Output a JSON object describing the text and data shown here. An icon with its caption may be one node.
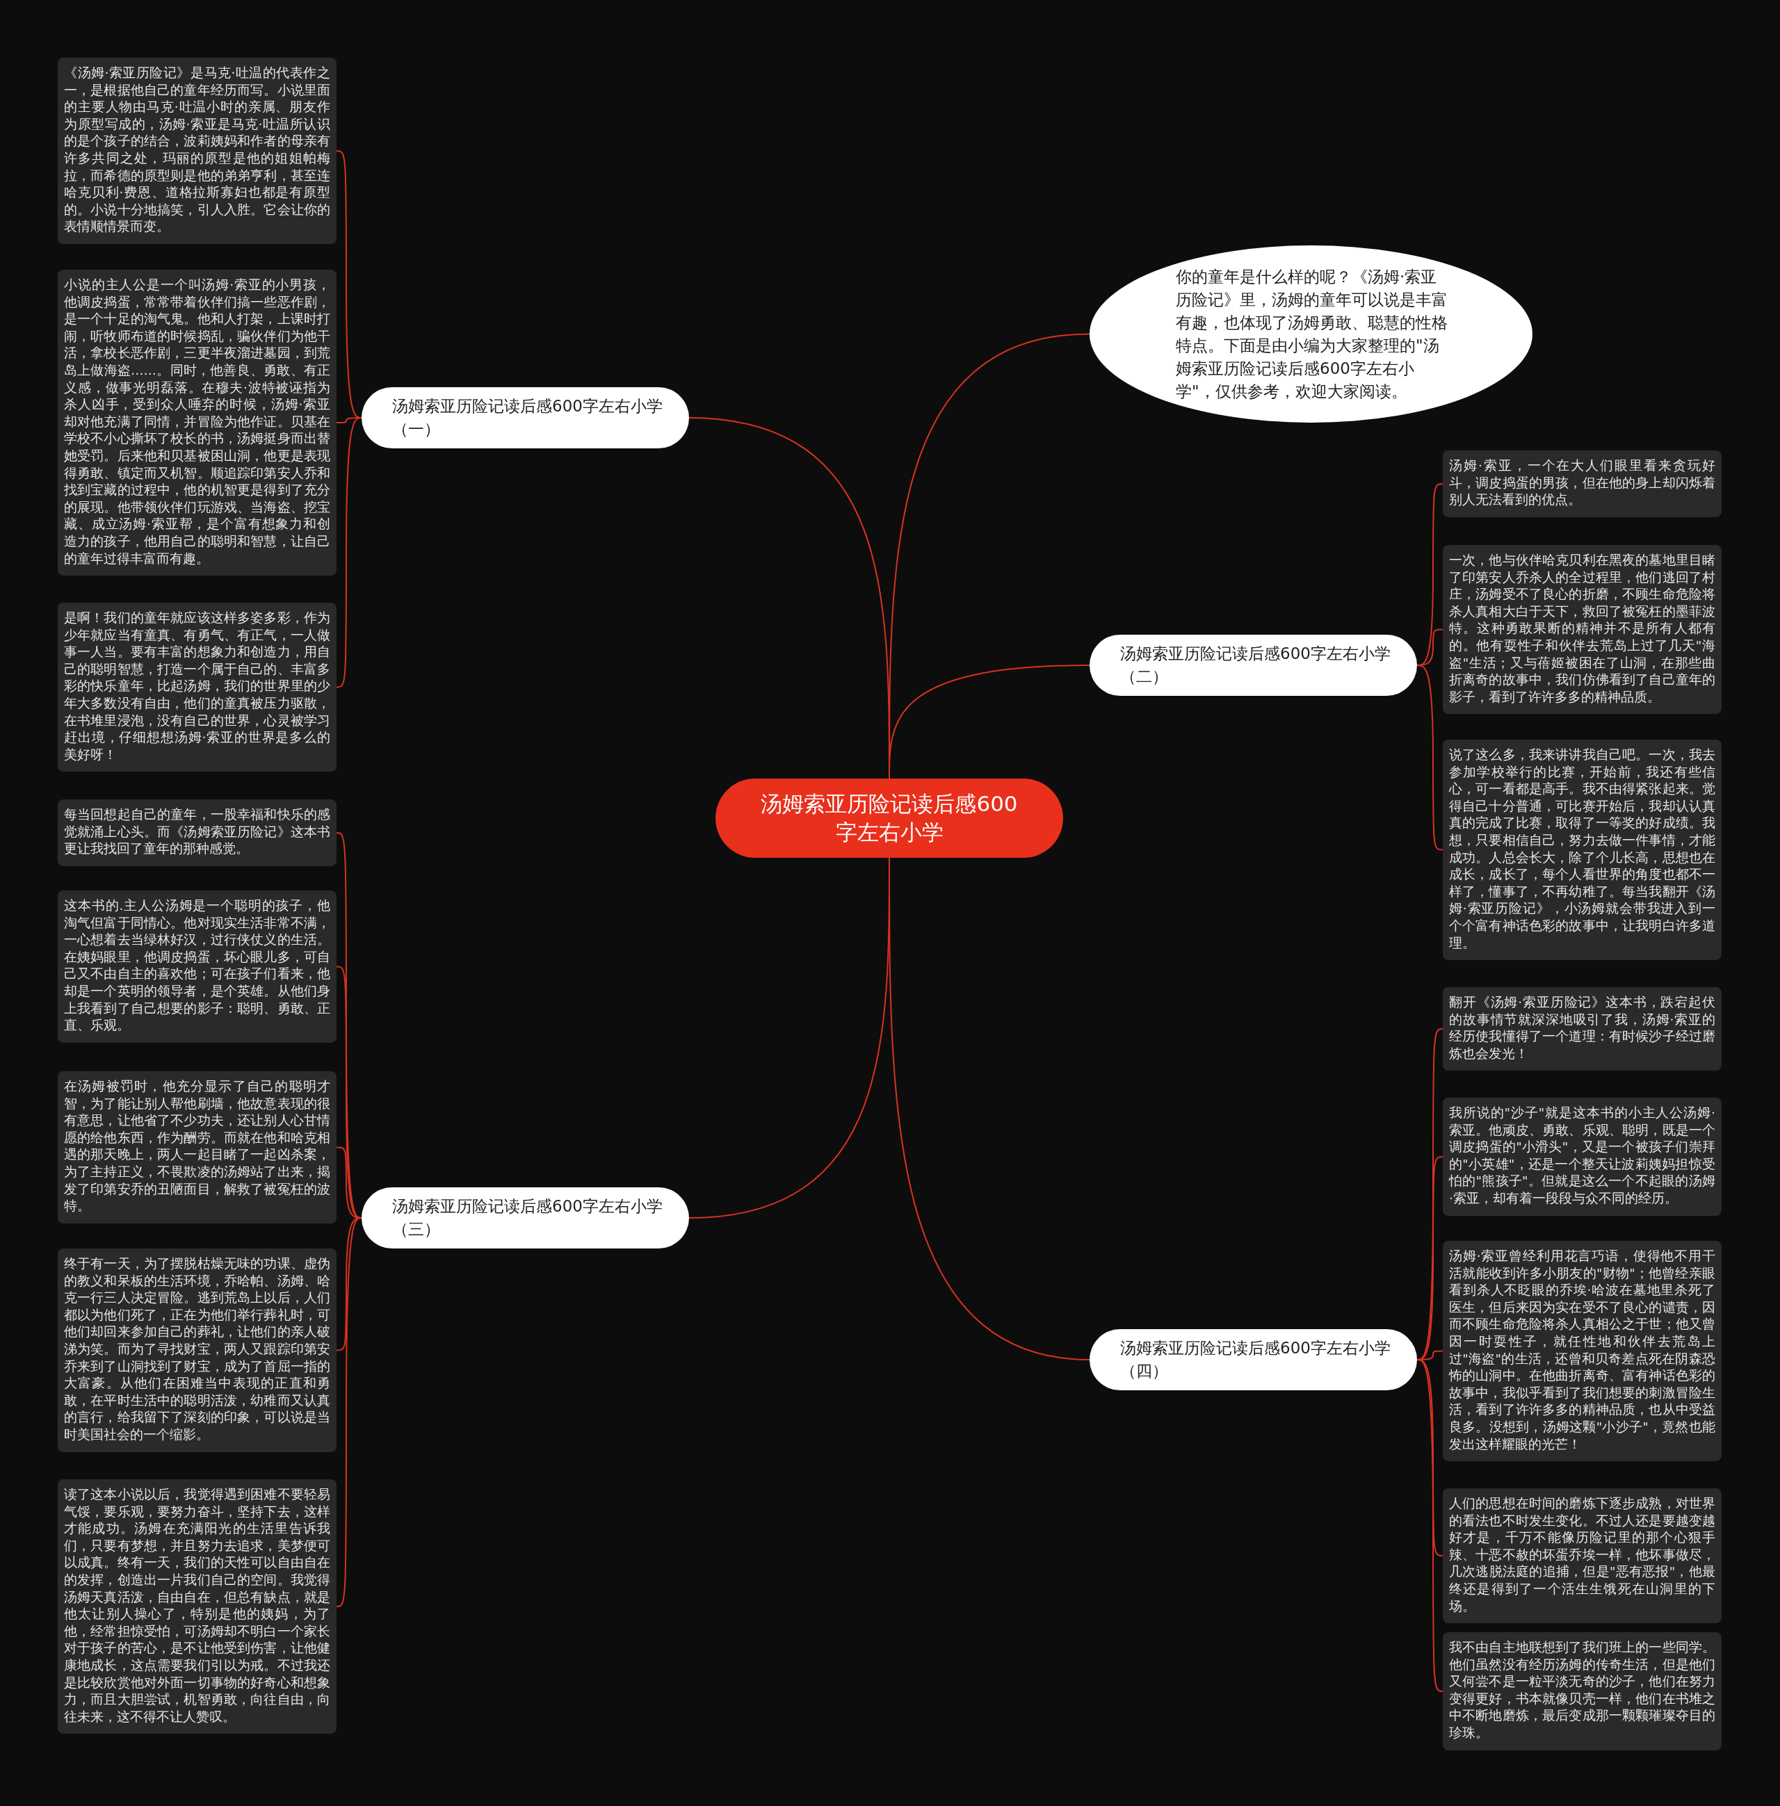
{
  "diagram": {
    "nodes": [
      {
        "text": [
          "汤姆索亚历险记读后感600字左右小学"
        ]
      },
      {
        "text": [
          "你的童年是什么样的呢？《汤姆·索亚历险记》里，汤姆的童年可以说是丰富有趣，也体现了汤姆勇敢、聪慧的性格特点。下面是由小编为大家整理的\"汤姆索亚历险记读后感600字左右小学\"，仅供参考，欢迎大家阅读。"
        ]
      },
      {
        "text": [
          "汤姆索亚历险记读后感600字左右小学（一）"
        ]
      },
      {
        "text": [
          "《汤姆·索亚历险记》是马克·吐温的代表作之一，是根据他自己的童年经历而写。小说里面的主要人物由马克·吐温小时的亲属、朋友作为原型写成的，汤姆·索亚是马克·吐温所认识的是个孩子的结合，波莉姨妈和作者的母亲有许多共同之处，玛丽的原型是他的姐姐帕梅拉，而希德的原型则是他的弟弟亨利，甚至连哈克贝利·费恩、道格拉斯寡妇也都是有原型的。小说十分地搞笑，引人入胜。它会让你的表情顺情景而变。"
        ]
      },
      {
        "text": [
          "小说的主人公是一个叫汤姆·索亚的小男孩，他调皮捣蛋，常常带着伙伴们搞一些恶作剧，是一个十足的淘气鬼。他和人打架，上课时打闹，听牧师布道的时候捣乱，骗伙伴们为他干活，拿校长恶作剧，三更半夜溜进墓园，到荒岛上做海盗……。同时，他善良、勇敢、有正义感，做事光明磊落。在穆夫·波特被诬指为杀人凶手，受到众人唾弃的时候，汤姆·索亚却对他充满了同情，并冒险为他作证。贝基在学校不小心撕坏了校长的书，汤姆挺身而出替她受罚。后来他和贝基被困山洞，他更是表现得勇敢、镇定而又机智。顺追踪印第安人乔和找到宝藏的过程中，他的机智更是得到了充分的展现。他带领伙伴们玩游戏、当海盗、挖宝藏、成立汤姆·索亚帮，是个富有想象力和创造力的孩子，他用自己的聪明和智慧，让自己的童年过得丰富而有趣。"
        ]
      },
      {
        "text": [
          "是啊！我们的童年就应该这样多姿多彩，作为少年就应当有童真、有勇气、有正气，一人做事一人当。要有丰富的想象力和创造力，用自己的聪明智慧，打造一个属于自己的、丰富多彩的快乐童年，比起汤姆，我们的世界里的少年大多数没有自由，他们的童真被压力驱散，在书堆里浸泡，没有自己的世界，心灵被学习赶出境，仔细想想汤姆·索亚的世界是多么的美好呀！"
        ]
      },
      {
        "text": [
          "汤姆索亚历险记读后感600字左右小学（二）"
        ]
      },
      {
        "text": [
          "汤姆·索亚，一个在大人们眼里看来贪玩好斗，调皮捣蛋的男孩，但在他的身上却闪烁着别人无法看到的优点。"
        ]
      },
      {
        "text": [
          "一次，他与伙伴哈克贝利在黑夜的墓地里目睹了印第安人乔杀人的全过程里，他们逃回了村庄，汤姆受不了良心的折磨，不顾生命危险将杀人真相大白于天下，救回了被冤枉的墨菲波特。这种勇敢果断的精神并不是所有人都有的。他有耍性子和伙伴去荒岛上过了几天\"海盗\"生活；又与蓓姬被困在了山洞，在那些曲折离奇的故事中，我们仿佛看到了自己童年的影子，看到了许许多多的精神品质。"
        ]
      },
      {
        "text": [
          "说了这么多，我来讲讲我自己吧。一次，我去参加学校举行的比赛，开始前，我还有些信心，可一看都是高手。我不由得紧张起来。觉得自己十分普通，可比赛开始后，我却认认真真的完成了比赛，取得了一等奖的好成绩。我想，只要相信自己，努力去做一件事情，才能成功。人总会长大，除了个儿长高，思想也在成长，成长了，每个人看世界的角度也都不一样了，懂事了，不再幼稚了。每当我翻开《汤姆·索亚历险记》，小汤姆就会带我进入到一个个富有神话色彩的故事中，让我明白许多道理。"
        ]
      },
      {
        "text": [
          "汤姆索亚历险记读后感600字左右小学（三）"
        ]
      },
      {
        "text": [
          "每当回想起自己的童年，一股幸福和快乐的感觉就涌上心头。而《汤姆索亚历险记》这本书更让我找回了童年的那种感觉。"
        ]
      },
      {
        "text": [
          "这本书的.主人公汤姆是一个聪明的孩子，他淘气但富于同情心。他对现实生活非常不满，一心想着去当绿林好汉，过行侠仗义的生活。在姨妈眼里，他调皮捣蛋，坏心眼儿多，可自己又不由自主的喜欢他；可在孩子们看来，他却是一个英明的领导者，是个英雄。从他们身上我看到了自己想要的影子：聪明、勇敢、正直、乐观。"
        ]
      },
      {
        "text": [
          "在汤姆被罚时，他充分显示了自己的聪明才智，为了能让别人帮他刷墙，他故意表现的很有意思，让他省了不少功夫，还让别人心甘情愿的给他东西，作为酬劳。而就在他和哈克相遇的那天晚上，两人一起目睹了一起凶杀案，为了主持正义，不畏欺凌的汤姆站了出来，揭发了印第安乔的丑陋面目，解救了被冤枉的波特。"
        ]
      },
      {
        "text": [
          "终于有一天，为了摆脱枯燥无味的功课、虚伪的教义和呆板的生活环境，乔哈帕、汤姆、哈克一行三人决定冒险。逃到荒岛上以后，人们都以为他们死了，正在为他们举行葬礼时，可他们却回来参加自己的葬礼，让他们的亲人破涕为笑。而为了寻找财宝，两人又跟踪印第安乔来到了山洞找到了财宝，成为了首屈一指的大富豪。从他们在困难当中表现的正直和勇敢，在平时生活中的聪明活泼，幼稚而又认真的言行，给我留下了深刻的印象，可以说是当时美国社会的一个缩影。"
        ]
      },
      {
        "text": [
          "读了这本小说以后，我觉得遇到困难不要轻易气馁，要乐观，要努力奋斗，坚持下去，这样才能成功。汤姆在充满阳光的生活里告诉我们，只要有梦想，并且努力去追求，美梦便可以成真。终有一天，我们的天性可以自由自在的发挥，创造出一片我们自己的空间。我觉得汤姆天真活泼，自由自在，但总有缺点，就是他太让别人操心了，特别是他的姨妈，为了他，经常担惊受怕，可汤姆却不明白一个家长对于孩子的苦心，是不让他受到伤害，让他健康地成长，这点需要我们引以为戒。不过我还是比较欣赏他对外面一切事物的好奇心和想象力，而且大胆尝试，机智勇敢，向往自由，向往未来，这不得不让人赞叹。"
        ]
      },
      {
        "text": [
          "汤姆索亚历险记读后感600字左右小学（四）"
        ]
      },
      {
        "text": [
          "翻开《汤姆·索亚历险记》这本书，跌宕起伏的故事情节就深深地吸引了我，汤姆·索亚的经历使我懂得了一个道理：有时候沙子经过磨炼也会发光！"
        ]
      },
      {
        "text": [
          "我所说的\"沙子\"就是这本书的小主人公汤姆·索亚。他顽皮、勇敢、乐观、聪明，既是一个调皮捣蛋的\"小滑头\"，又是一个被孩子们崇拜的\"小英雄\"，还是一个整天让波莉姨妈担惊受怕的\"熊孩子\"。但就是这么一个不起眼的汤姆·索亚，却有着一段段与众不同的经历。"
        ]
      },
      {
        "text": [
          "汤姆·索亚曾经利用花言巧语，使得他不用干活就能收到许多小朋友的\"财物\"；他曾经亲眼看到杀人不眨眼的乔埃·哈波在墓地里杀死了医生，但后来因为实在受不了良心的谴责，因而不顾生命危险将杀人真相公之于世；他又曾因一时耍性子，就任性地和伙伴去荒岛上过\"海盗\"的生活，还曾和贝奇差点死在阴森恐怖的山洞中。在他曲折离奇、富有神话色彩的故事中，我似乎看到了我们想要的刺激冒险生活，看到了许许多多的精神品质，也从中受益良多。没想到，汤姆这颗\"小沙子\"，竟然也能发出这样耀眼的光芒！"
        ]
      },
      {
        "text": [
          "人们的思想在时间的磨炼下逐步成熟，对世界的看法也不时发生变化。不过人还是要越变越好才是，千万不能像历险记里的那个心狠手辣、十恶不赦的坏蛋乔埃一样，他坏事做尽，几次逃脱法庭的追捕，但是\"恶有恶报\"，他最终还是得到了一个活生生饿死在山洞里的下场。"
        ]
      },
      {
        "text": [
          "我不由自主地联想到了我们班上的一些同学。他们虽然没有经历汤姆的传奇生活，但是他们又何尝不是一粒平淡无奇的沙子，他们在努力变得更好，书本就像贝壳一样，他们在书堆之中不断地磨炼，最后变成那一颗颗璀璨夺目的珍珠。"
        ]
      }
    ],
    "edges": [
      {
        "from": 0,
        "to": 1,
        "arrow": "none"
      },
      {
        "from": 0,
        "to": 2,
        "arrow": "none"
      },
      {
        "from": 2,
        "to": 3,
        "arrow": "none"
      },
      {
        "from": 2,
        "to": 4,
        "arrow": "none"
      },
      {
        "from": 2,
        "to": 5,
        "arrow": "none"
      },
      {
        "from": 0,
        "to": 6,
        "arrow": "none"
      },
      {
        "from": 6,
        "to": 7,
        "arrow": "none"
      },
      {
        "from": 6,
        "to": 8,
        "arrow": "none"
      },
      {
        "from": 6,
        "to": 9,
        "arrow": "none"
      },
      {
        "from": 0,
        "to": 10,
        "arrow": "none"
      },
      {
        "from": 10,
        "to": 11,
        "arrow": "none"
      },
      {
        "from": 10,
        "to": 12,
        "arrow": "none"
      },
      {
        "from": 10,
        "to": 13,
        "arrow": "none"
      },
      {
        "from": 10,
        "to": 14,
        "arrow": "none"
      },
      {
        "from": 10,
        "to": 15,
        "arrow": "none"
      },
      {
        "from": 0,
        "to": 16,
        "arrow": "none"
      },
      {
        "from": 16,
        "to": 17,
        "arrow": "none"
      },
      {
        "from": 16,
        "to": 18,
        "arrow": "none"
      },
      {
        "from": 16,
        "to": 19,
        "arrow": "none"
      },
      {
        "from": 16,
        "to": 20,
        "arrow": "none"
      },
      {
        "from": 16,
        "to": 21,
        "arrow": "none"
      }
    ]
  }
}
